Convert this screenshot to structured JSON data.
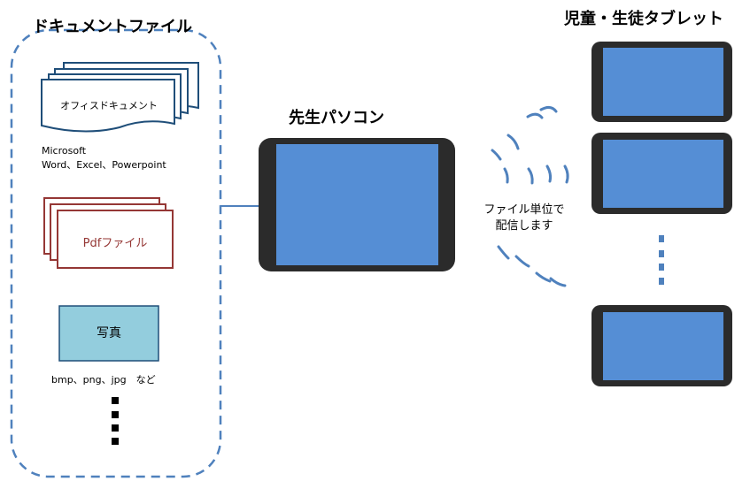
{
  "documents": {
    "title": "ドキュメントファイル",
    "office": {
      "label": "オフィスドキュメント",
      "caption": "Microsoft\nWord、Excel、Powerpoint"
    },
    "pdf": {
      "label": "Pdfファイル"
    },
    "photo": {
      "label": "写真",
      "caption": "bmp、png、jpg　など"
    }
  },
  "teacher": {
    "title": "先生パソコン"
  },
  "transfer": {
    "caption": "ファイル単位で\n配信します"
  },
  "students": {
    "title": "児童・生徒タブレット"
  },
  "colors": {
    "accent_blue": "#4f81bd",
    "screen_blue": "#558ed5",
    "device_frame": "#2b2b2b",
    "pdf_red": "#953735",
    "photo_fill": "#93cddd"
  }
}
